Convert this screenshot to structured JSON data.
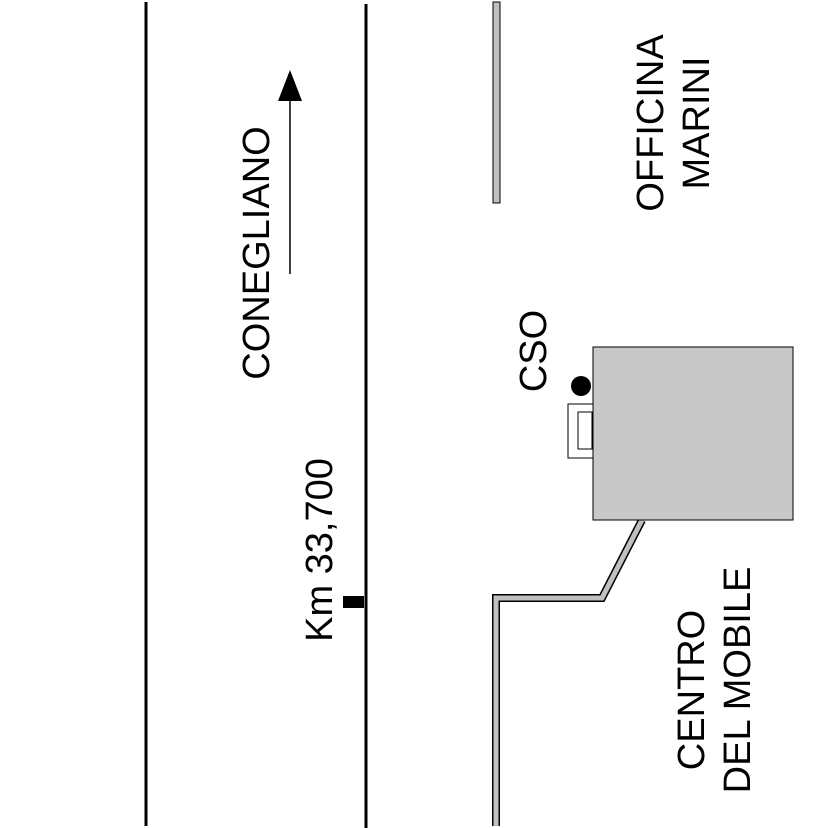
{
  "direction": {
    "label": "CONEGLIANO",
    "icon": "arrow-up-icon"
  },
  "km_marker": {
    "label": "Km 33,700"
  },
  "cso": {
    "label": "CSO"
  },
  "officina": {
    "line1": "OFFICINA",
    "line2": "MARINI"
  },
  "centro": {
    "line1": "CENTRO",
    "line2": "DEL MOBILE"
  },
  "colors": {
    "line": "#000000",
    "building_fill": "#c8c8c8",
    "fence_fill": "#c0c0c0"
  }
}
